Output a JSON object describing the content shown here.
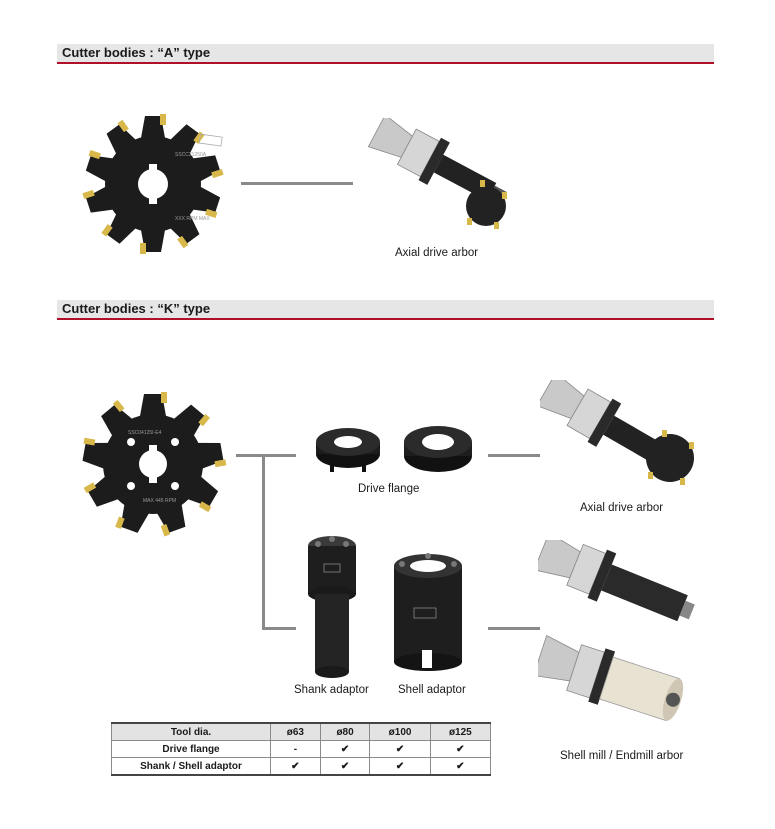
{
  "section_a": {
    "title": "Cutter bodies : “A” type",
    "axial_arbor_caption": "Axial drive arbor",
    "cutter_engraving": [
      "SSCC21250A",
      "XXX RPM MAX"
    ]
  },
  "section_k": {
    "title": "Cutter bodies : “K” type",
    "drive_flange_caption": "Drive flange",
    "axial_arbor_caption": "Axial drive arbor",
    "shank_adaptor_caption": "Shank adaptor",
    "shell_adaptor_caption": "Shell adaptor",
    "shell_mill_caption": "Shell mill / Endmill arbor",
    "cutter_engraving": [
      "SSC04125I-E4",
      "MAX 445 RPM"
    ]
  },
  "table": {
    "headers": [
      "Tool dia.",
      "ø63",
      "ø80",
      "ø100",
      "ø125"
    ],
    "rows": [
      {
        "label": "Drive flange",
        "cells": [
          "-",
          "✔",
          "✔",
          "✔"
        ]
      },
      {
        "label": "Shank / Shell adaptor",
        "cells": [
          "✔",
          "✔",
          "✔",
          "✔"
        ]
      }
    ]
  },
  "colors": {
    "accent_red": "#b0102a",
    "header_gray": "#e6e6e6",
    "connector_gray": "#8a8a8a",
    "insert_gold": "#d8b84a"
  }
}
